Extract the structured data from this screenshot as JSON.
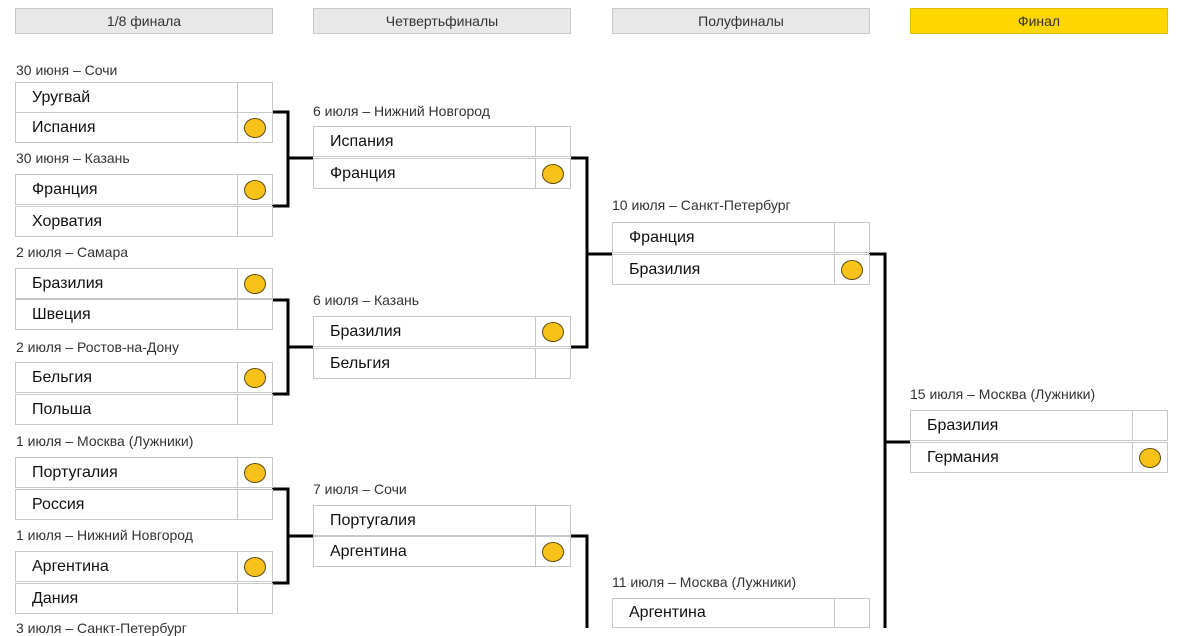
{
  "rounds": [
    {
      "label": "1/8 финала"
    },
    {
      "label": "Четвертьфиналы"
    },
    {
      "label": "Полуфиналы"
    },
    {
      "label": "Финал"
    }
  ],
  "r16": [
    {
      "label": "30 июня – Сочи",
      "teams": [
        {
          "name": "Уругвай",
          "winner": false
        },
        {
          "name": "Испания",
          "winner": true
        }
      ]
    },
    {
      "label": "30 июня – Казань",
      "teams": [
        {
          "name": "Франция",
          "winner": true
        },
        {
          "name": "Хорватия",
          "winner": false
        }
      ]
    },
    {
      "label": "2 июля – Самара",
      "teams": [
        {
          "name": "Бразилия",
          "winner": true
        },
        {
          "name": "Швеция",
          "winner": false
        }
      ]
    },
    {
      "label": "2 июля – Ростов-на-Дону",
      "teams": [
        {
          "name": "Бельгия",
          "winner": true
        },
        {
          "name": "Польша",
          "winner": false
        }
      ]
    },
    {
      "label": "1 июля – Москва (Лужники)",
      "teams": [
        {
          "name": "Португалия",
          "winner": true
        },
        {
          "name": "Россия",
          "winner": false
        }
      ]
    },
    {
      "label": "1 июля – Нижний Новгород",
      "teams": [
        {
          "name": "Аргентина",
          "winner": true
        },
        {
          "name": "Дания",
          "winner": false
        }
      ]
    },
    {
      "label": "3 июля – Санкт-Петербург",
      "teams": []
    }
  ],
  "qf": [
    {
      "label": "6 июля – Нижний Новгород",
      "teams": [
        {
          "name": "Испания",
          "winner": false
        },
        {
          "name": "Франция",
          "winner": true
        }
      ]
    },
    {
      "label": "6 июля – Казань",
      "teams": [
        {
          "name": "Бразилия",
          "winner": true
        },
        {
          "name": "Бельгия",
          "winner": false
        }
      ]
    },
    {
      "label": "7 июля – Сочи",
      "teams": [
        {
          "name": "Португалия",
          "winner": false
        },
        {
          "name": "Аргентина",
          "winner": true
        }
      ]
    }
  ],
  "sf": [
    {
      "label": "10 июля – Санкт-Петербург",
      "teams": [
        {
          "name": "Франция",
          "winner": false
        },
        {
          "name": "Бразилия",
          "winner": true
        }
      ]
    },
    {
      "label": "11 июля – Москва (Лужники)",
      "teams": [
        {
          "name": "Аргентина",
          "winner": false
        }
      ]
    }
  ],
  "final": [
    {
      "label": "15 июля – Москва (Лужники)",
      "teams": [
        {
          "name": "Бразилия",
          "winner": false
        },
        {
          "name": "Германия",
          "winner": true
        }
      ]
    }
  ],
  "colors": {
    "winner_dot": "#f8c21a",
    "final_header": "#ffd700",
    "header": "#e8e8e8",
    "connector": "#000000"
  }
}
